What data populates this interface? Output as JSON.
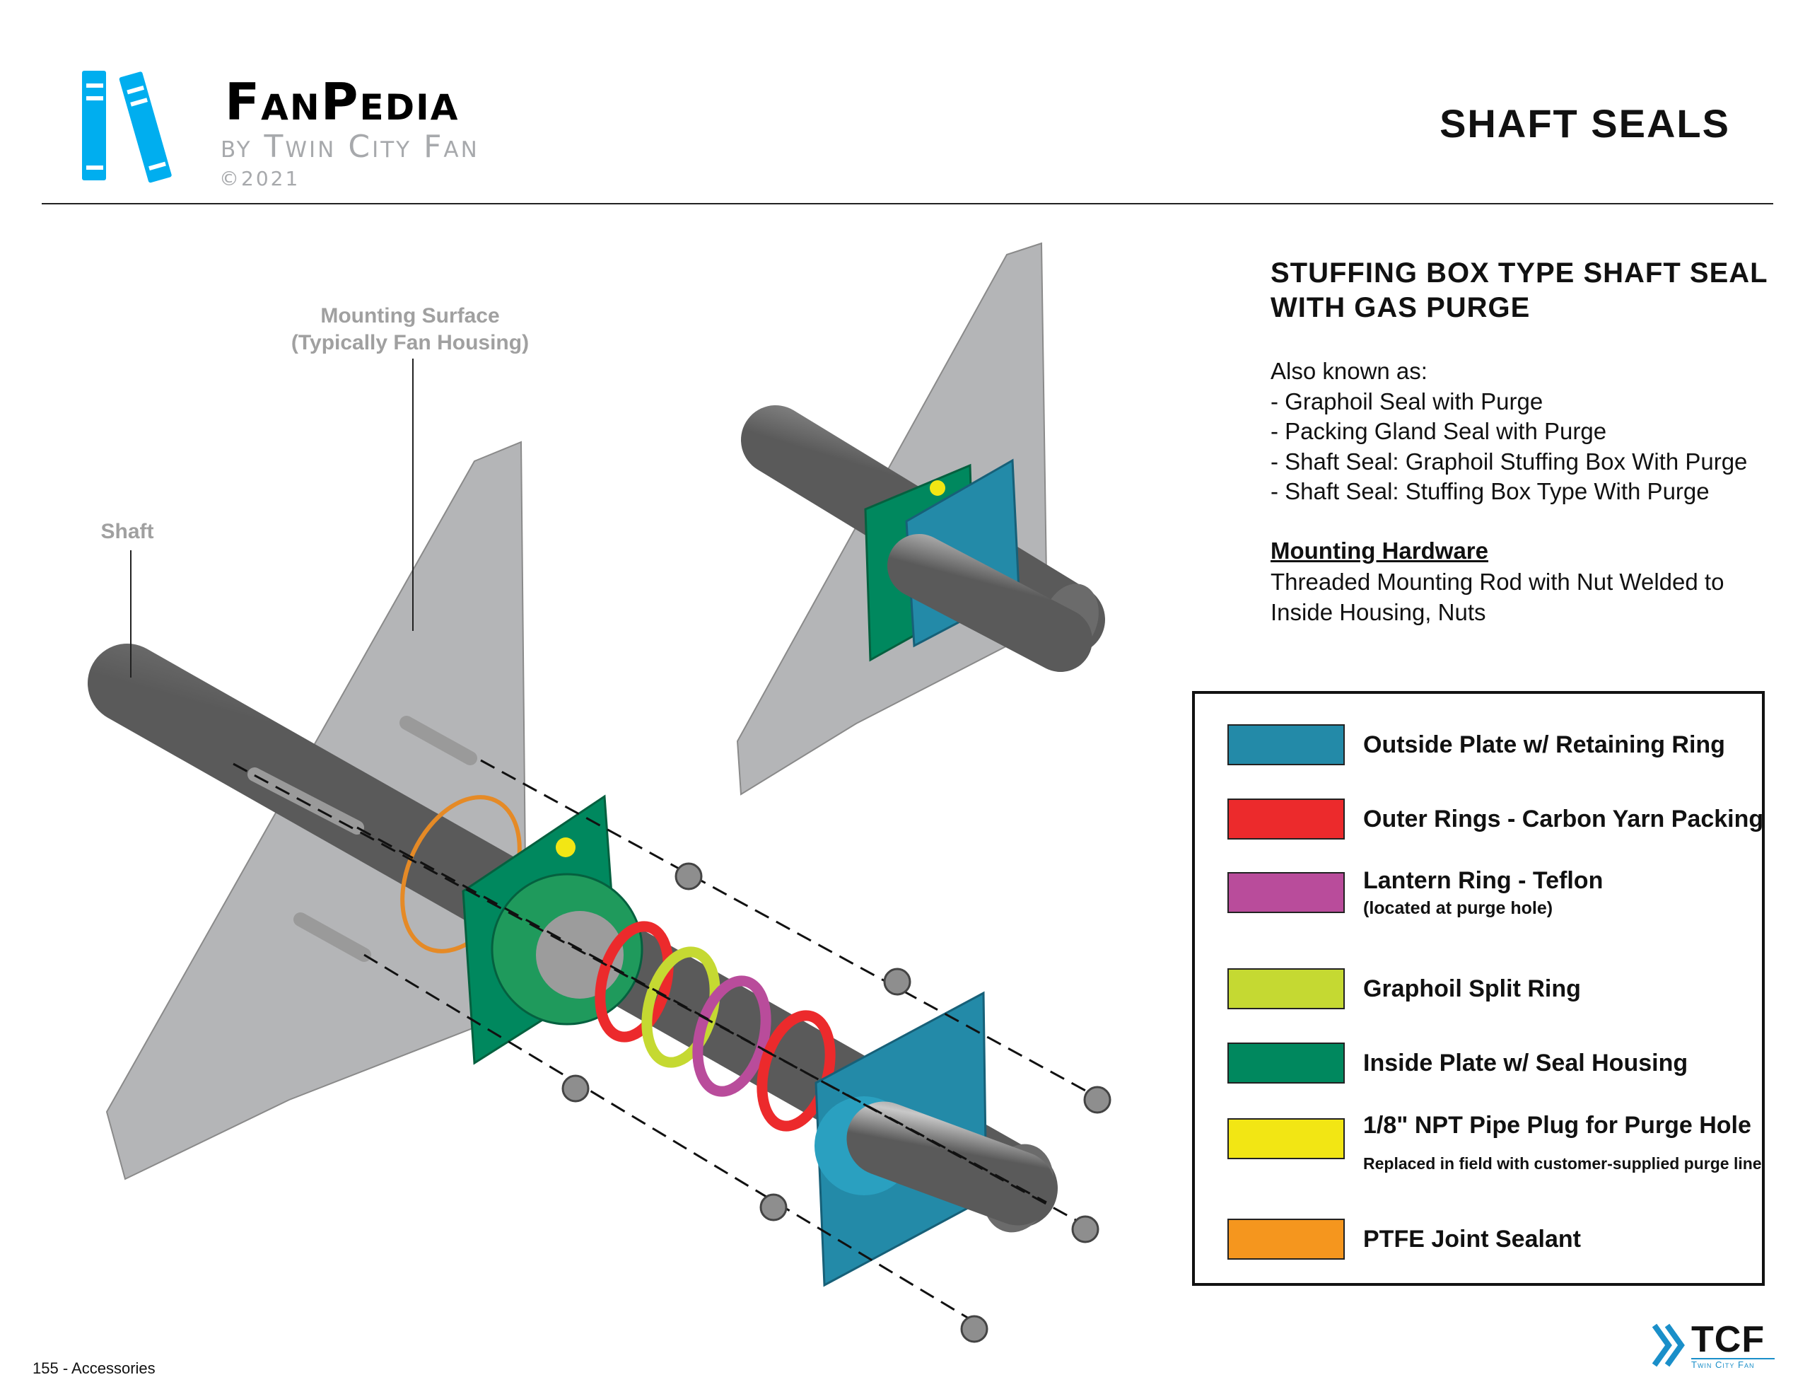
{
  "header": {
    "brand": "FanPedia",
    "byline": "by Twin City Fan",
    "copyright": "©2021",
    "page_title": "SHAFT SEALS"
  },
  "diagram": {
    "labels": {
      "mounting_surface_1": "Mounting Surface",
      "mounting_surface_2": "(Typically Fan Housing)",
      "shaft": "Shaft"
    }
  },
  "info": {
    "title_line1": "STUFFING BOX TYPE SHAFT SEAL",
    "title_line2": "WITH GAS PURGE",
    "aka_heading": "Also known as:",
    "aka": [
      "- Graphoil Seal with Purge",
      "- Packing Gland Seal with Purge",
      "- Shaft Seal: Graphoil Stuffing Box With Purge",
      "- Shaft Seal: Stuffing Box Type With Purge"
    ],
    "mounting_title": "Mounting Hardware",
    "mounting_text": "Threaded Mounting Rod with Nut Welded to Inside Housing, Nuts"
  },
  "legend": [
    {
      "label": "Outside Plate w/ Retaining Ring",
      "color": "#238aa8"
    },
    {
      "label": "Outer Rings - Carbon Yarn Packing",
      "color": "#ec2a2c"
    },
    {
      "label": "Lantern Ring - Teflon",
      "sub": "(located at purge hole)",
      "color": "#b94c9b"
    },
    {
      "label": "Graphoil Split Ring",
      "color": "#c5d932"
    },
    {
      "label": "Inside Plate w/ Seal Housing",
      "color": "#00885e"
    },
    {
      "label": "1/8\" NPT Pipe Plug for Purge Hole",
      "sub": "Replaced in field with customer-supplied purge line",
      "color": "#f2e614"
    },
    {
      "label": "PTFE Joint Sealant",
      "color": "#f5961e"
    }
  ],
  "footer": {
    "page": "155 - Accessories",
    "logo_text": "TCF",
    "logo_sub": "Twin City Fan"
  }
}
